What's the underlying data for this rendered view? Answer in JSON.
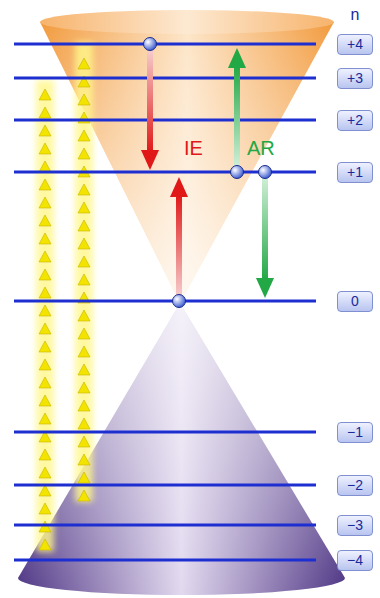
{
  "diagram": {
    "nodes": [
      {
        "text": [
          "+4"
        ]
      },
      {
        "text": [
          "+3"
        ]
      },
      {
        "text": [
          "+2"
        ]
      },
      {
        "text": [
          "+1"
        ]
      },
      {
        "text": [
          "0"
        ]
      },
      {
        "text": [
          "−1"
        ]
      },
      {
        "text": [
          "−2"
        ]
      },
      {
        "text": [
          "−3"
        ]
      },
      {
        "text": [
          "−4"
        ]
      }
    ],
    "labels": [
      "n",
      "IE",
      "AR"
    ]
  }
}
